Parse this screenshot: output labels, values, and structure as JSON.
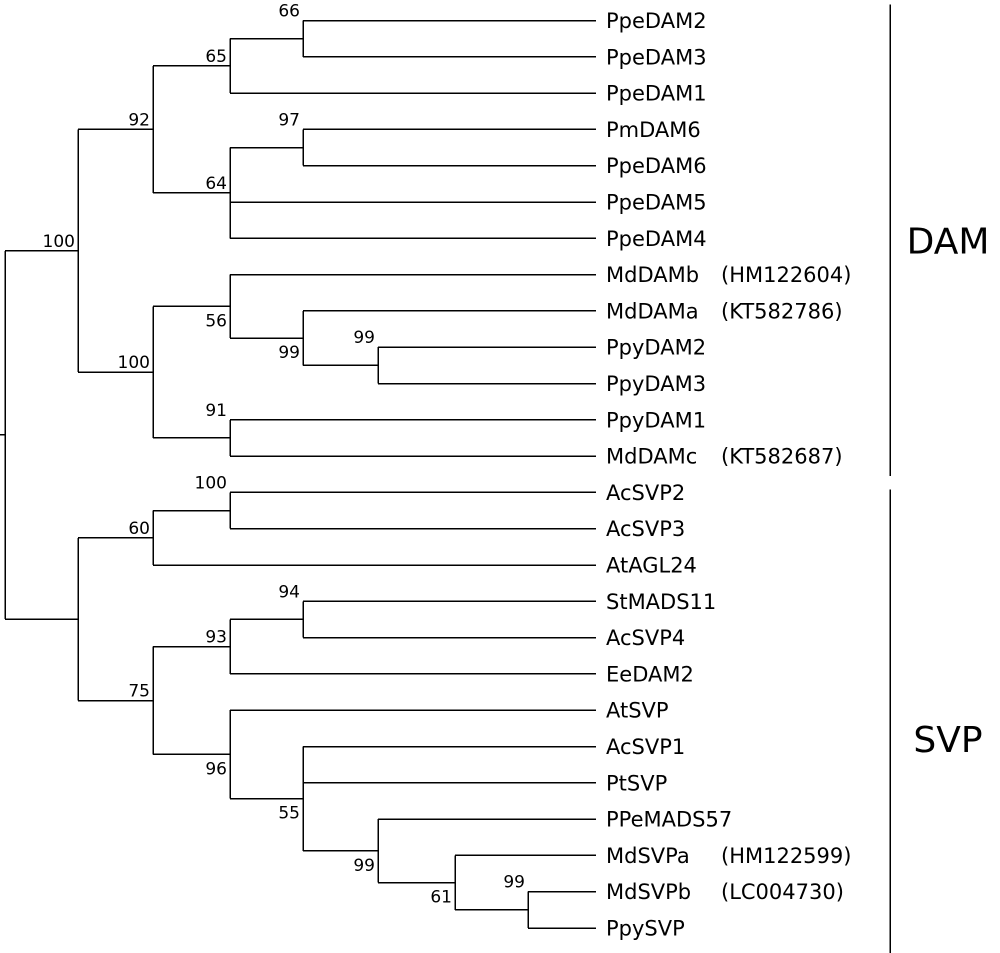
{
  "clades": [
    {
      "label": "DAM",
      "first_leaf": 0,
      "last_leaf": 12
    },
    {
      "label": "SVP",
      "first_leaf": 13,
      "last_leaf": 26
    }
  ],
  "tree": {
    "children": [
      {
        "bootstrap": "100",
        "children": [
          {
            "bootstrap": "92",
            "children": [
              {
                "bootstrap": "65",
                "children": [
                  {
                    "bootstrap": "66",
                    "children": [
                      {
                        "leaf": "PpeDAM2"
                      },
                      {
                        "leaf": "PpeDAM3"
                      }
                    ]
                  },
                  {
                    "leaf": "PpeDAM1"
                  }
                ]
              },
              {
                "bootstrap": "64",
                "children": [
                  {
                    "bootstrap": "97",
                    "children": [
                      {
                        "leaf": "PmDAM6"
                      },
                      {
                        "leaf": "PpeDAM6"
                      }
                    ]
                  },
                  {
                    "leaf": "PpeDAM5"
                  },
                  {
                    "leaf": "PpeDAM4"
                  }
                ]
              }
            ]
          },
          {
            "bootstrap": "100",
            "children": [
              {
                "bootstrap": "56",
                "children": [
                  {
                    "leaf": "MdDAMb",
                    "accession": "(HM122604)"
                  },
                  {
                    "bootstrap": "99",
                    "children": [
                      {
                        "leaf": "MdDAMa",
                        "accession": "(KT582786)"
                      },
                      {
                        "bootstrap": "99",
                        "children": [
                          {
                            "leaf": "PpyDAM2"
                          },
                          {
                            "leaf": "PpyDAM3"
                          }
                        ]
                      }
                    ]
                  }
                ]
              },
              {
                "bootstrap": "91",
                "children": [
                  {
                    "leaf": "PpyDAM1"
                  },
                  {
                    "leaf": "MdDAMc",
                    "accession": "(KT582687)"
                  }
                ]
              }
            ]
          }
        ]
      },
      {
        "children": [
          {
            "bootstrap": "60",
            "children": [
              {
                "bootstrap": "100",
                "children": [
                  {
                    "leaf": "AcSVP2"
                  },
                  {
                    "leaf": "AcSVP3"
                  }
                ]
              },
              {
                "leaf": "AtAGL24"
              }
            ]
          },
          {
            "bootstrap": "75",
            "children": [
              {
                "bootstrap": "93",
                "children": [
                  {
                    "bootstrap": "94",
                    "children": [
                      {
                        "leaf": "StMADS11"
                      },
                      {
                        "leaf": "AcSVP4"
                      }
                    ]
                  },
                  {
                    "leaf": "EeDAM2"
                  }
                ]
              },
              {
                "bootstrap": "96",
                "children": [
                  {
                    "leaf": "AtSVP"
                  },
                  {
                    "bootstrap": "55",
                    "children": [
                      {
                        "leaf": "AcSVP1"
                      },
                      {
                        "leaf": "PtSVP"
                      },
                      {
                        "bootstrap": "99",
                        "children": [
                          {
                            "leaf": "PPeMADS57"
                          },
                          {
                            "bootstrap": "61",
                            "children": [
                              {
                                "leaf": "MdSVPa",
                                "accession": "(HM122599)"
                              },
                              {
                                "bootstrap": "99",
                                "children": [
                                  {
                                    "leaf": "MdSVPb",
                                    "accession": "(LC004730)"
                                  },
                                  {
                                    "leaf": "PpySVP"
                                  }
                                ]
                              }
                            ]
                          }
                        ]
                      }
                    ]
                  }
                ]
              }
            ]
          }
        ]
      }
    ]
  }
}
